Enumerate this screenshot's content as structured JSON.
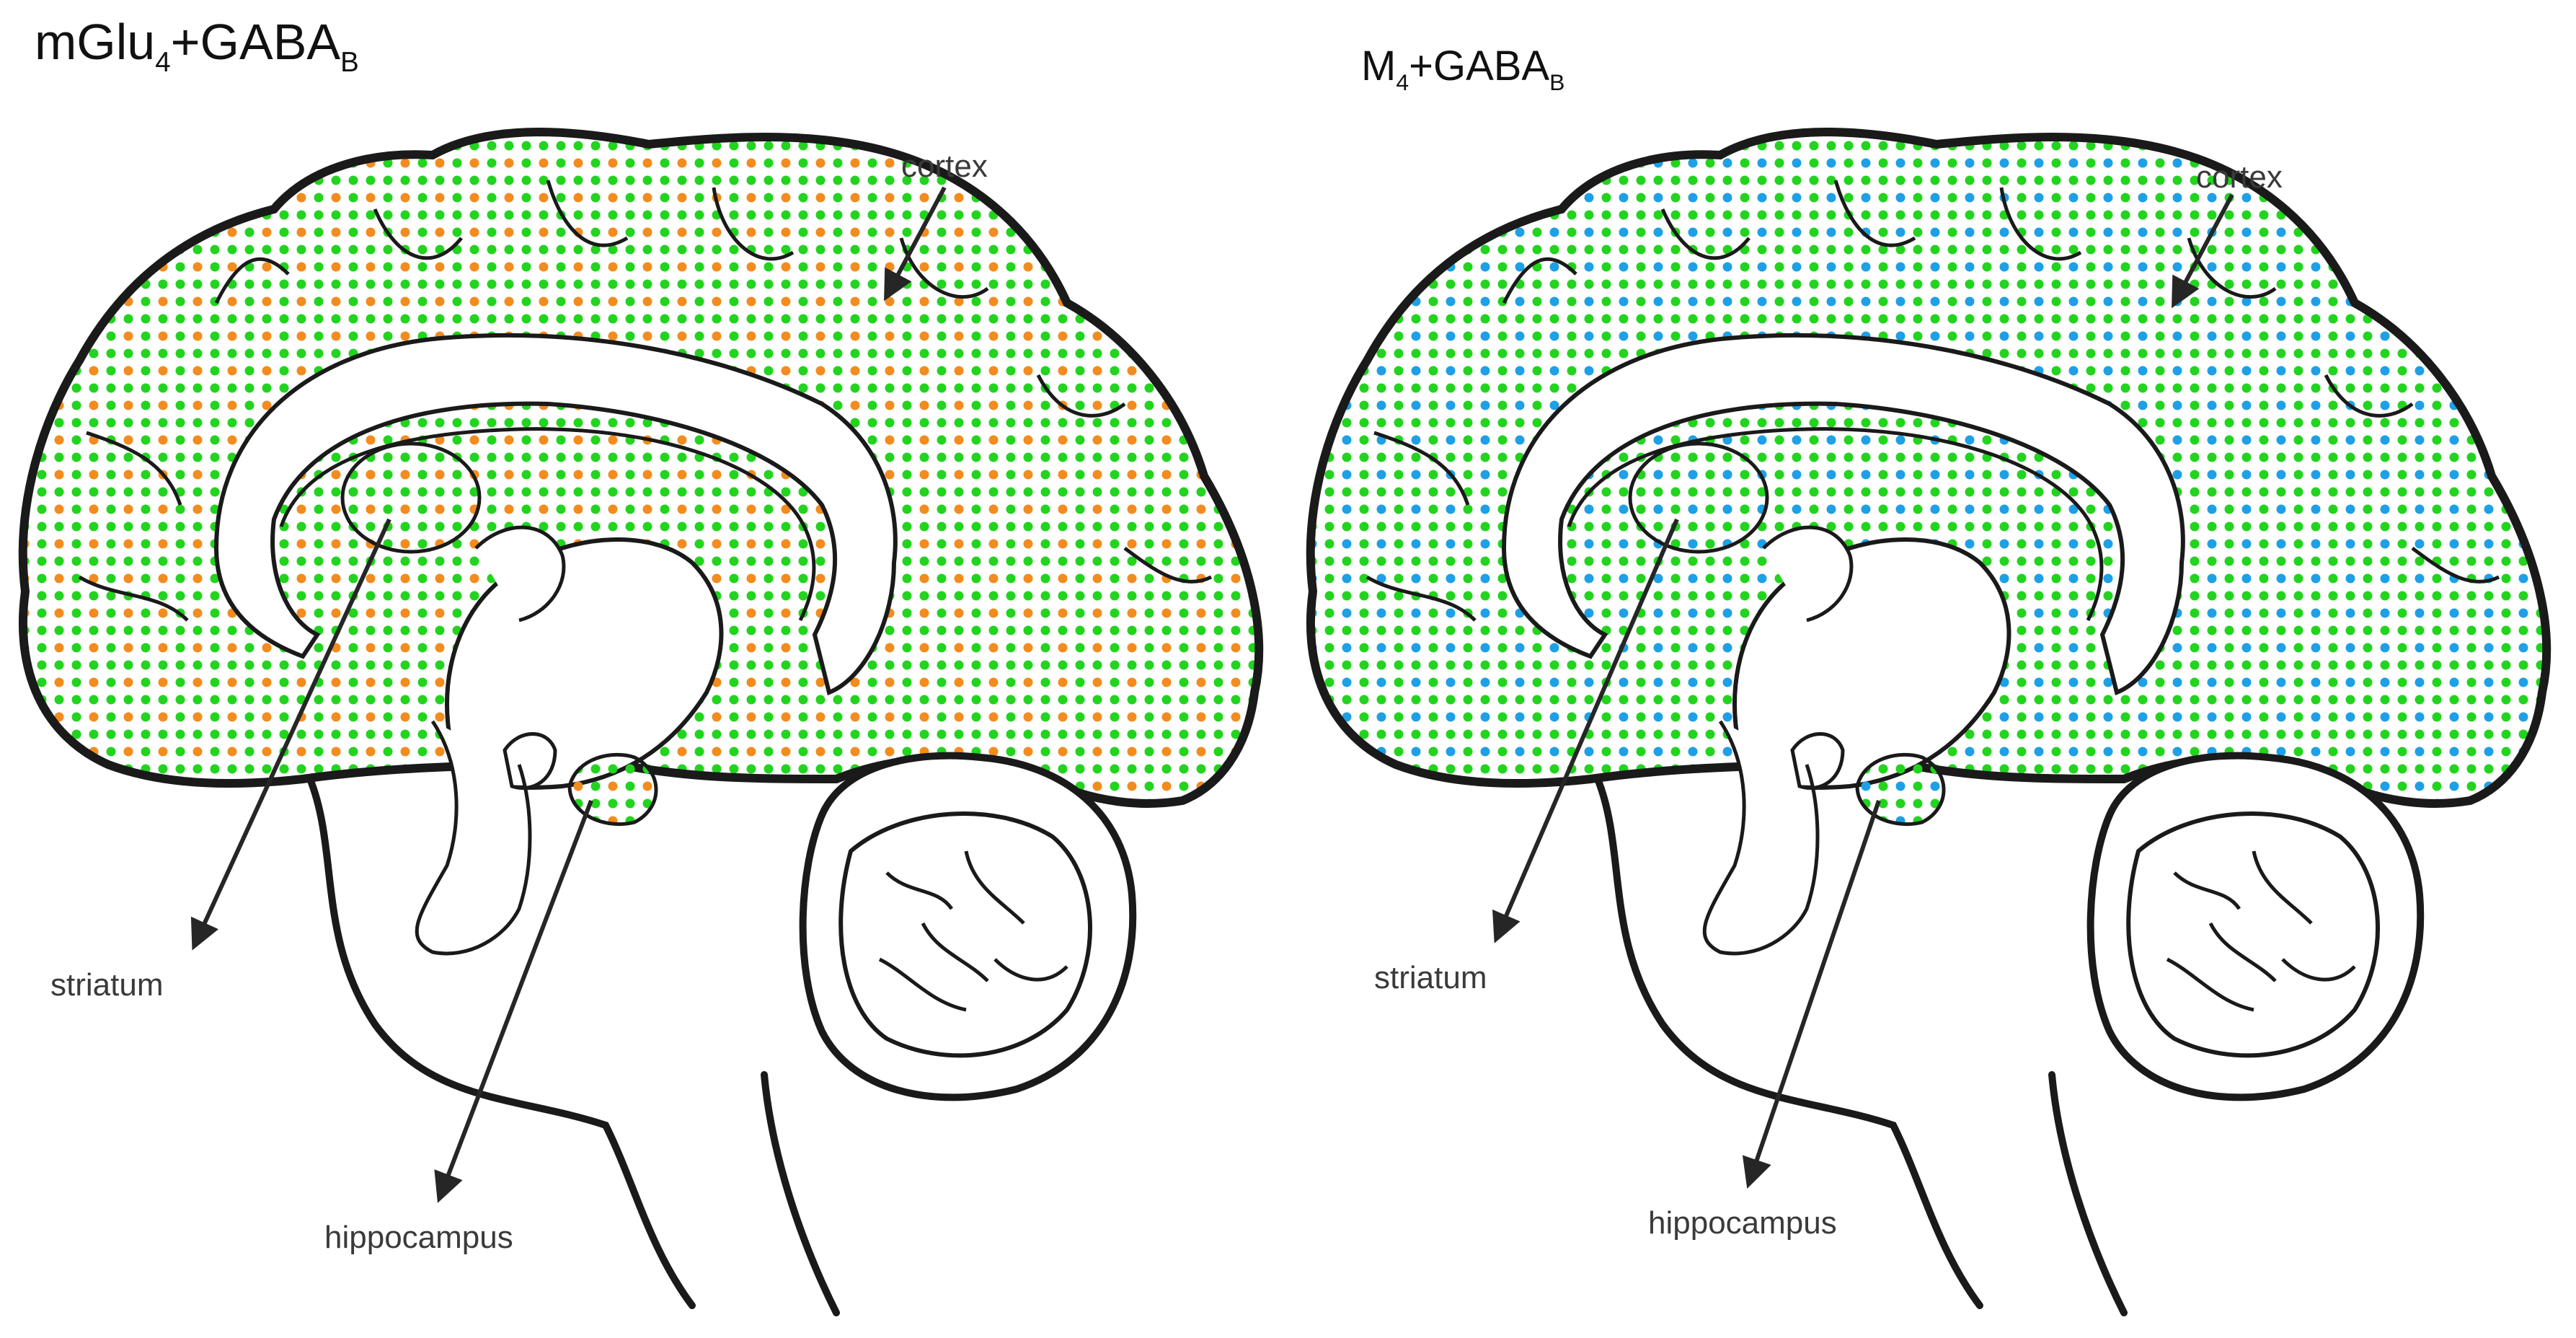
{
  "panels": [
    {
      "title_main": "mGlu",
      "title_sub1": "4",
      "title_mid": "+GABA",
      "title_sub2": "B",
      "labels": {
        "cortex": "cortex",
        "striatum": "striatum",
        "hippocampus": "hippocampus"
      },
      "dot_colors": {
        "primary": "#22d41e",
        "secondary": "#f28c1e"
      }
    },
    {
      "title_main": "M",
      "title_sub1": "4",
      "title_mid": "+GABA",
      "title_sub2": "B",
      "labels": {
        "cortex": "cortex",
        "striatum": "striatum",
        "hippocampus": "hippocampus"
      },
      "dot_colors": {
        "primary": "#22d41e",
        "secondary": "#1ea0e6"
      }
    }
  ],
  "colors": {
    "outline": "#1a1a1a",
    "arrow": "#262626"
  }
}
